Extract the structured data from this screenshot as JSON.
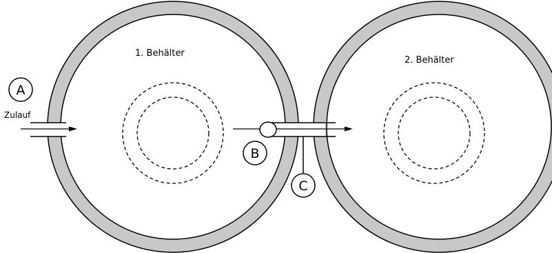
{
  "tanks": [
    {
      "label": "1. Behälter"
    },
    {
      "label": "2. Behälter"
    }
  ],
  "markers": {
    "a": "A",
    "b": "B",
    "c": "C"
  },
  "inlet": {
    "label": "Zulauf"
  },
  "colors": {
    "wall": "#c8c8c8",
    "stroke": "#000000",
    "background": "#ffffff"
  }
}
